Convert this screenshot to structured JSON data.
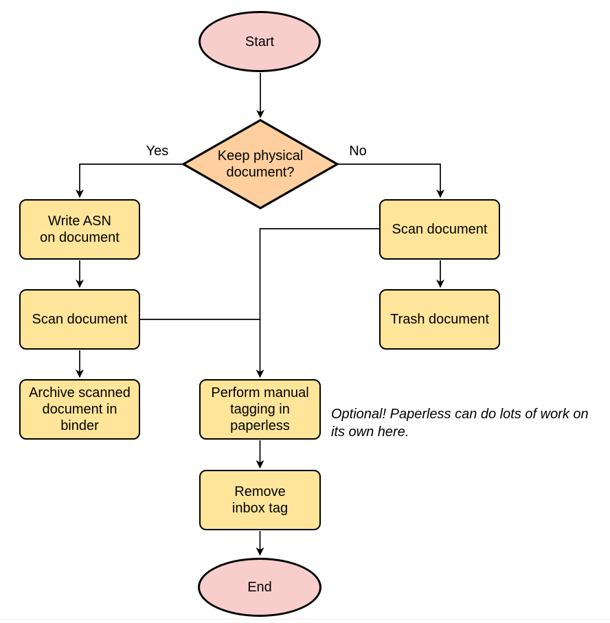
{
  "nodes": {
    "start": {
      "label": "Start",
      "type": "terminator"
    },
    "decision": {
      "label": "Keep physical\ndocument?",
      "type": "decision"
    },
    "write_asn": {
      "label": "Write ASN\non document",
      "type": "process"
    },
    "scan_left": {
      "label": "Scan document",
      "type": "process"
    },
    "archive": {
      "label": "Archive scanned\ndocument in\nbinder",
      "type": "process"
    },
    "scan_right": {
      "label": "Scan document",
      "type": "process"
    },
    "trash": {
      "label": "Trash document",
      "type": "process"
    },
    "tagging": {
      "label": "Perform manual\ntagging in\npaperless",
      "type": "process"
    },
    "remove_inbox": {
      "label": "Remove\ninbox tag",
      "type": "process"
    },
    "end": {
      "label": "End",
      "type": "terminator"
    }
  },
  "edge_labels": {
    "yes": "Yes",
    "no": "No"
  },
  "note": {
    "text": "Optional! Paperless can do lots of work on\nits own here."
  },
  "colors": {
    "process_fill": "#ffe59a",
    "decision_fill": "#ffcf9f",
    "terminator_fill": "#f8cecc",
    "stroke": "#000000",
    "divider": "#f0f0f0"
  }
}
